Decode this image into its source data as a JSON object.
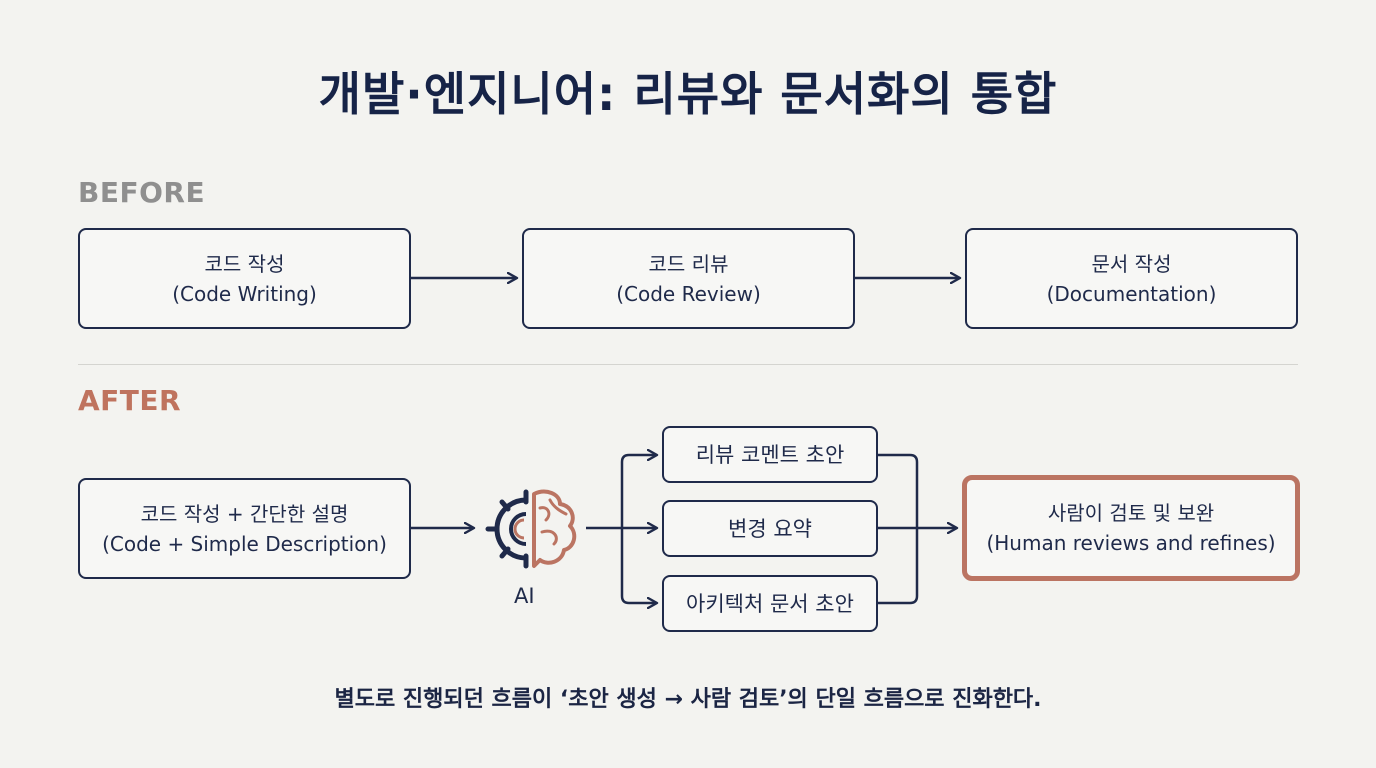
{
  "title": "개발·엔지니어: 리뷰와 문서화의 통합",
  "before": {
    "label": "BEFORE",
    "steps": [
      {
        "line1": "코드 작성",
        "line2": "(Code Writing)"
      },
      {
        "line1": "코드 리뷰",
        "line2": "(Code Review)"
      },
      {
        "line1": "문서 작성",
        "line2": "(Documentation)"
      }
    ]
  },
  "after": {
    "label": "AFTER",
    "input": {
      "line1": "코드 작성 + 간단한 설명",
      "line2": "(Code + Simple Description)"
    },
    "ai_label": "AI",
    "ai_icon": "gear-brain-icon",
    "outputs": [
      "리뷰 코멘트 초안",
      "변경 요약",
      "아키텍처 문서 초안"
    ],
    "result": {
      "line1": "사람이 검토 및 보완",
      "line2": "(Human reviews and refines)"
    }
  },
  "footer": "별도로 진행되던 흐름이 ‘초안 생성 → 사람 검토’의 단일 흐름으로 진화한다.",
  "colors": {
    "navy": "#1f2a4a",
    "after_accent": "#bb7462",
    "before_label": "#8f8f8f",
    "background": "#f3f3f0"
  }
}
